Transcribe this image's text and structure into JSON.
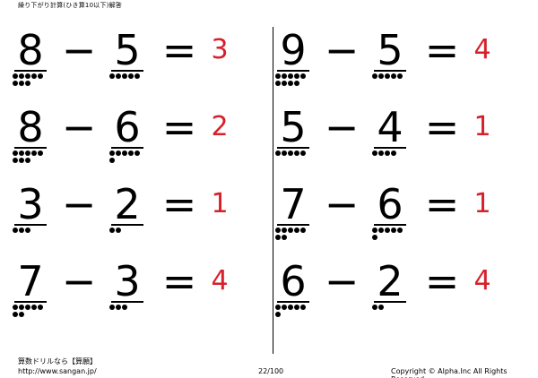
{
  "header": {
    "title": "繰り下がり計算(ひき算10以下)解答"
  },
  "operators": {
    "minus": "−",
    "equals": "="
  },
  "problems": [
    {
      "a": "8",
      "b": "5",
      "answer": "3"
    },
    {
      "a": "9",
      "b": "5",
      "answer": "4"
    },
    {
      "a": "8",
      "b": "6",
      "answer": "2"
    },
    {
      "a": "5",
      "b": "4",
      "answer": "1"
    },
    {
      "a": "3",
      "b": "2",
      "answer": "1"
    },
    {
      "a": "7",
      "b": "6",
      "answer": "1"
    },
    {
      "a": "7",
      "b": "3",
      "answer": "4"
    },
    {
      "a": "6",
      "b": "2",
      "answer": "4"
    }
  ],
  "footer": {
    "site_name": "算数ドリルなら【算願】",
    "url": "http://www.sangan.jp/",
    "page_number": "22/100",
    "copyright": "Copyright © Alpha.Inc All Rights Reserved."
  },
  "colors": {
    "answer": "#d6202b",
    "text": "#000000"
  }
}
